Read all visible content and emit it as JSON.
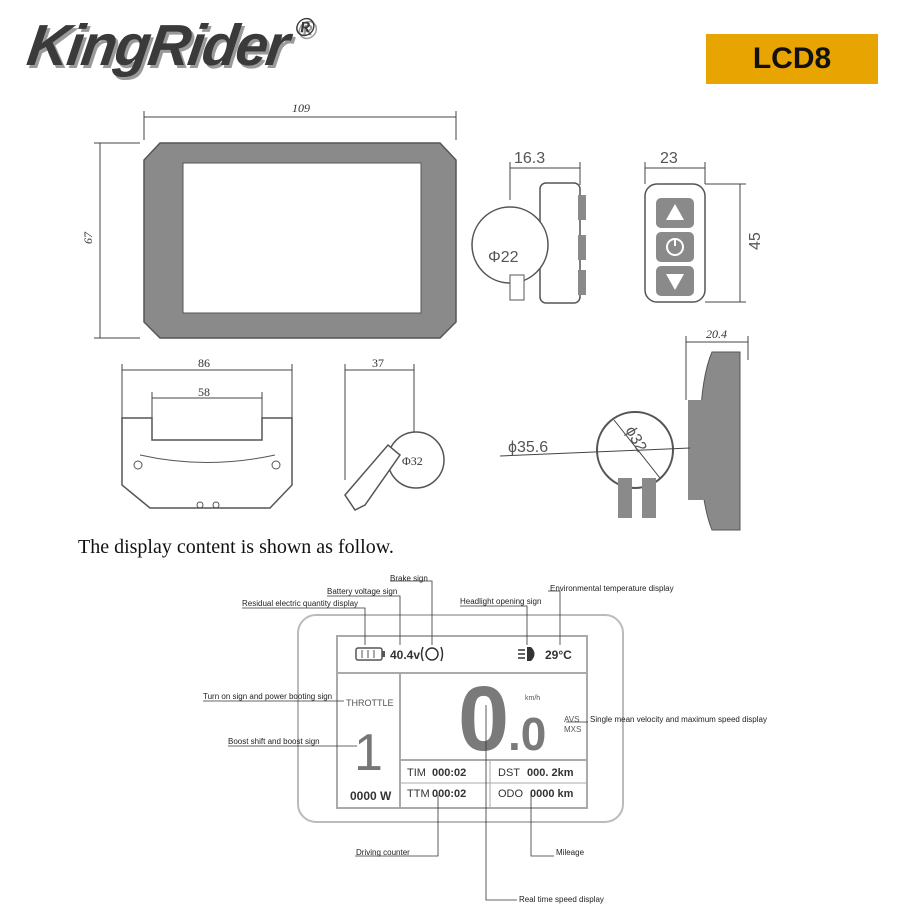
{
  "header": {
    "logo": "KingRider",
    "logo_mark": "®",
    "model_badge": "LCD8"
  },
  "drawing": {
    "dims": {
      "width_109": "109",
      "height_67": "67",
      "clamp_16_3": "16.3",
      "remote_23": "23",
      "remote_45": "45",
      "phi22": "Φ22",
      "bracket_86": "86",
      "bracket_58": "58",
      "clamp_37": "37",
      "phi32": "Φ32",
      "side_20_4": "20.4",
      "phi35_6": "ϕ35.6",
      "phi32_side": "ϕ32"
    }
  },
  "caption": "The display content is shown as follow.",
  "display": {
    "battery_voltage": "40.4v",
    "temperature": "29°C",
    "mode_label": "THROTTLE",
    "gear": "1",
    "power": "0000 W",
    "speed_int": "0",
    "speed_dec": ".0",
    "speed_unit": "km/h",
    "avs": "AVS",
    "mxs": "MXS",
    "tim_label": "TIM",
    "tim_value": "000:02",
    "ttm_label": "TTM",
    "ttm_value": "000:02",
    "dst_label": "DST",
    "dst_value": "000. 2km",
    "odo_label": "ODO",
    "odo_value": "0000 km"
  },
  "annotations": {
    "brake": "Brake sign",
    "battery_voltage": "Battery voltage sign",
    "residual": "Residual electric quantity display",
    "headlight": "Headlight opening sign",
    "env_temp": "Environmental temperature display",
    "turn_on": "Turn on sign and power booting sign",
    "boost": "Boost shift and boost sign",
    "avg_speed": "Single mean velocity and maximum speed display",
    "driving_counter": "Driving counter",
    "mileage": "Mileage",
    "real_time_speed": "Real time speed display"
  },
  "colors": {
    "badge": "#e8a400",
    "frame_gray": "#8a8a8a",
    "speed_gray": "#7a7a7a"
  }
}
